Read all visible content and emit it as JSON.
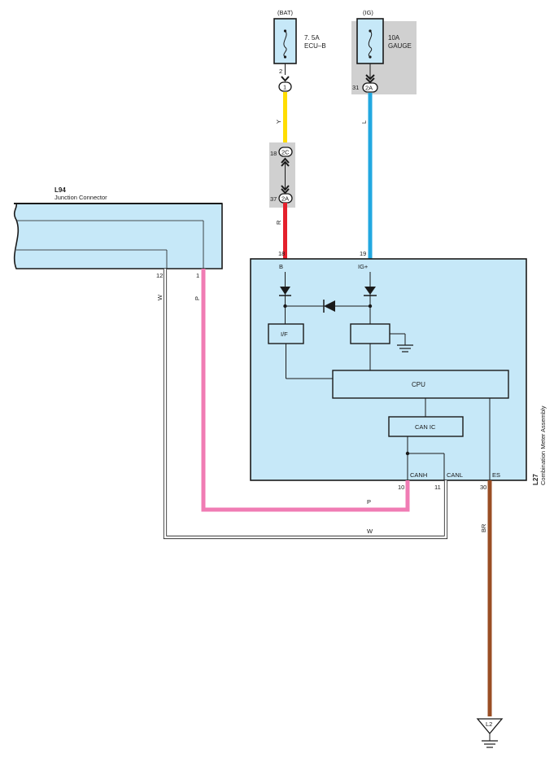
{
  "colors": {
    "box_fill": "#c6e8f8",
    "gray_fill": "#d0d0d0",
    "yellow_wire": "#ffdd00",
    "blue_wire": "#22a8e0",
    "red_wire": "#e4202c",
    "pink_wire": "#f07cb4",
    "brown_wire": "#9a4e24",
    "white_wire": "#ffffff",
    "line": "#1a1a1a"
  },
  "fuses": {
    "bat": {
      "source": "(BAT)",
      "rating": "7. 5A",
      "name": "ECU–B",
      "pin": "2",
      "connector": "1"
    },
    "ig": {
      "source": "(IG)",
      "rating": "10A",
      "name": "GAUGE",
      "pin": "31",
      "connector": "2A"
    }
  },
  "wires": {
    "y": "Y",
    "l": "L",
    "r": "R",
    "p": "P",
    "w": "W",
    "br": "BR"
  },
  "splice": {
    "top_pin": "18",
    "top_connector": "2C",
    "bottom_pin": "37",
    "bottom_connector": "2A"
  },
  "junction": {
    "code": "L94",
    "name": "Junction Connector",
    "pin_w": "12",
    "pin_p": "1"
  },
  "meter": {
    "code": "L27",
    "name": "Combination Meter Assembly",
    "pin_b": "18",
    "label_b": "B",
    "pin_ig": "19",
    "label_ig": "IG+",
    "interface": "I/F",
    "cpu": "CPU",
    "can_ic": "CAN IC",
    "canh": "CANH",
    "pin_canh": "10",
    "canl": "CANL",
    "pin_canl": "11",
    "es": "ES",
    "pin_es": "30"
  },
  "ground": {
    "code": "L2"
  }
}
